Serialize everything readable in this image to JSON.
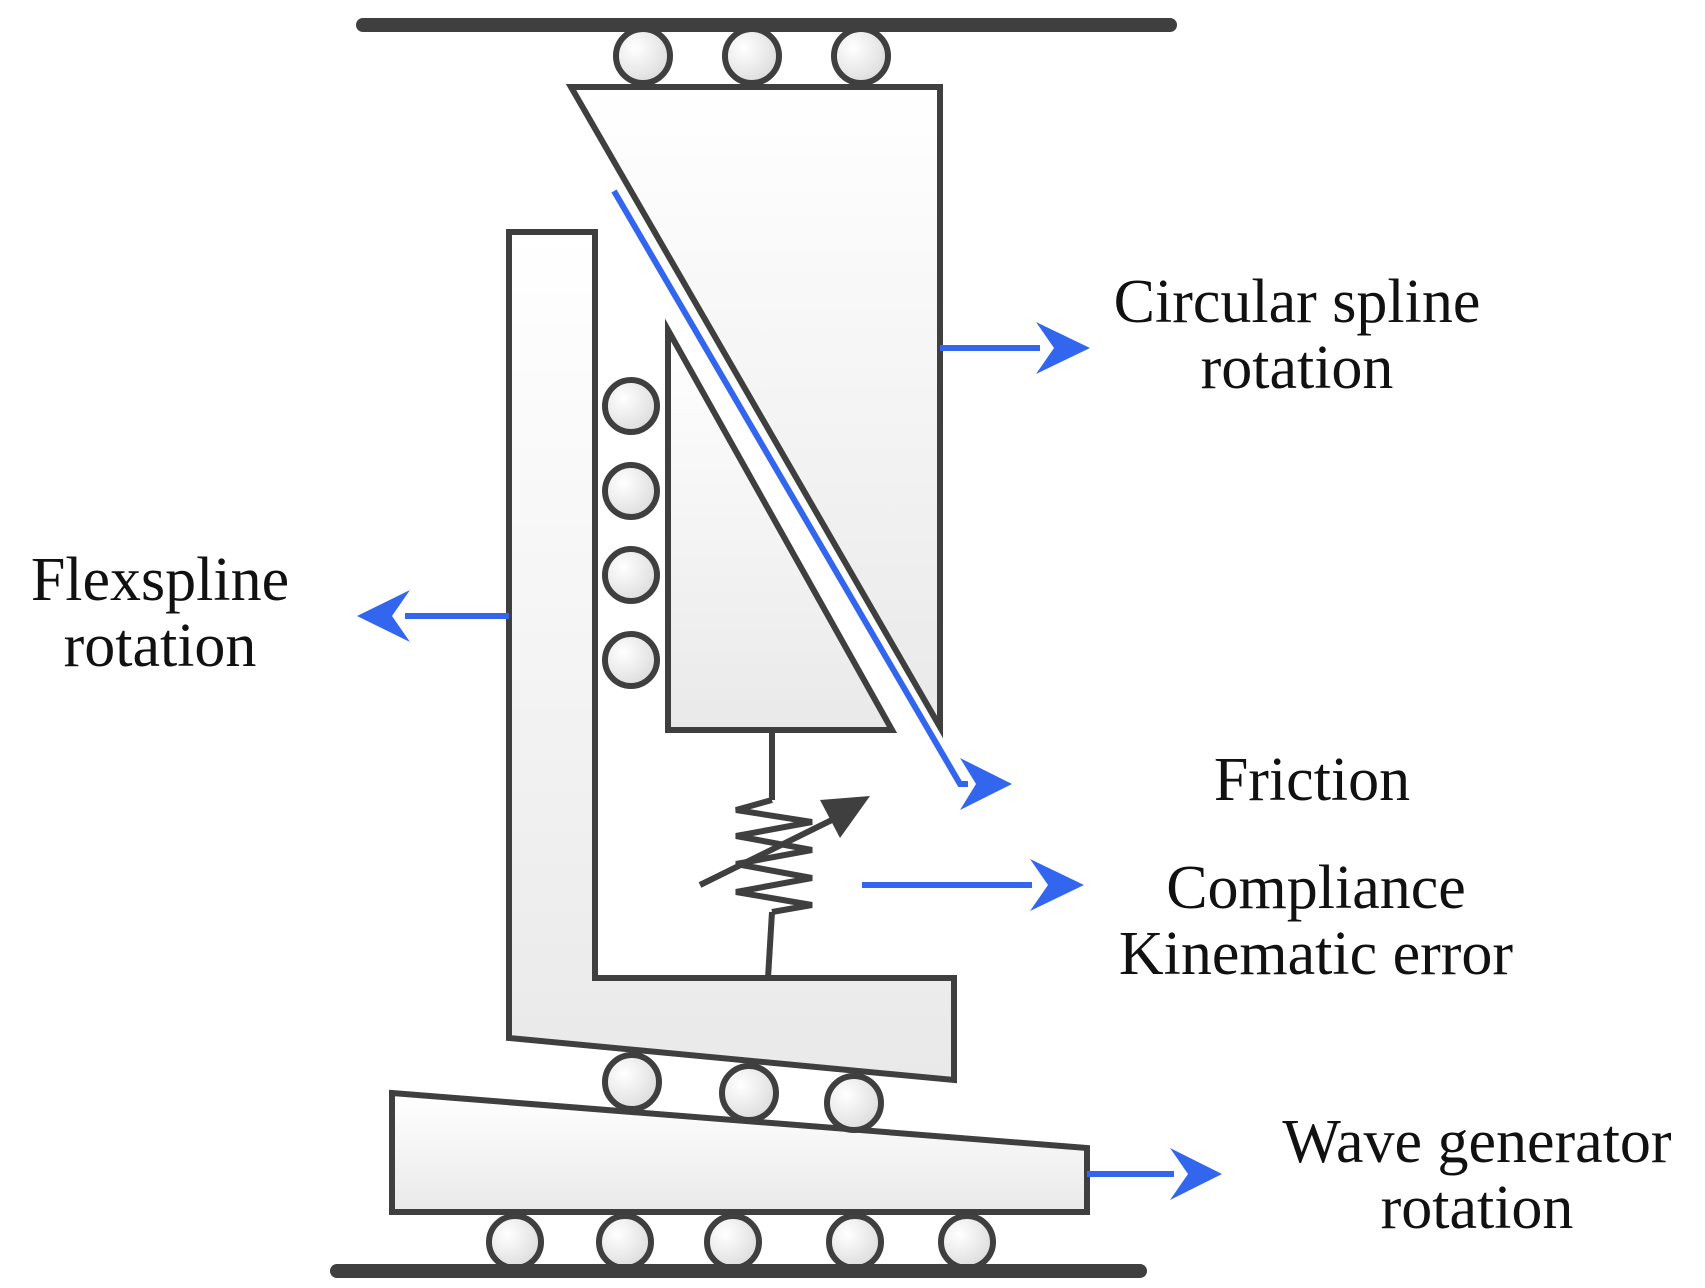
{
  "labels": {
    "circular_spline": {
      "line1": "Circular spline",
      "line2": "rotation"
    },
    "flexspline": {
      "line1": "Flexspline",
      "line2": "rotation"
    },
    "friction": "Friction",
    "compliance": "Compliance",
    "kinematic_error": "Kinematic error",
    "wave_generator": {
      "line1": "Wave generator",
      "line2": "rotation"
    }
  },
  "colors": {
    "outline": "#3f3f3f",
    "arrow": "#3366ee",
    "part_fill_top": "#ffffff",
    "part_fill_bottom": "#e9e9e9"
  },
  "icons": {
    "roller": "circle",
    "spring": "zigzag-spring",
    "variable_marker": "diagonal-arrow",
    "output_arrow": "right-arrow"
  }
}
